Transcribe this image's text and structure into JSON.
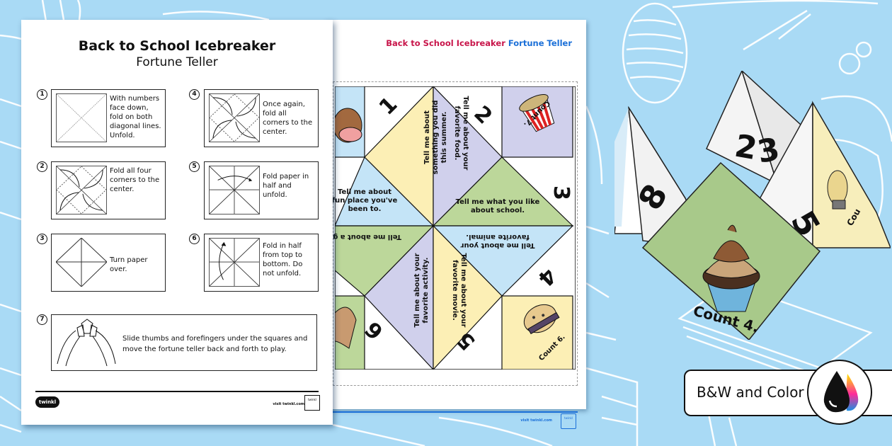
{
  "bw_page": {
    "title": "Back to School Icebreaker",
    "subtitle": "Fortune Teller",
    "steps": [
      {
        "num": "1",
        "text": "With numbers face down, fold on both diagonal lines. Unfold."
      },
      {
        "num": "2",
        "text": "Fold all four corners to the center."
      },
      {
        "num": "3",
        "text": "Turn paper over."
      },
      {
        "num": "4",
        "text": "Once again, fold all corners to the center."
      },
      {
        "num": "5",
        "text": "Fold paper in half and unfold."
      },
      {
        "num": "6",
        "text": "Fold in half from top to bottom. Do not unfold."
      },
      {
        "num": "7",
        "text": "Slide thumbs and forefingers under the squares and move the fortune teller back and forth to play."
      }
    ],
    "footer": {
      "logo": "twinkl",
      "visit": "visit twinkl.com"
    }
  },
  "color_page": {
    "header_part1": "Back to School Icebreaker",
    "header_part2": "Fortune Teller",
    "numbers": [
      "1",
      "2",
      "3",
      "4",
      "5",
      "6"
    ],
    "prompts": {
      "summer": "Tell me about something you did this summer.",
      "food": "Tell me about your favorite food.",
      "place": "Tell me about fun place you've been to.",
      "school": "Tell me what you like about school.",
      "game": "Tell me about a game that you l",
      "animal": "Tell me about your favorite animal.",
      "activity": "Tell me about your favorite activity.",
      "movie": "Tell me about your favorite movie."
    },
    "counts": {
      "popcorn": "Count 7.",
      "cookie": "Count 6."
    },
    "footer": {
      "visit": "visit twinkl.com"
    },
    "colors": {
      "red": "#c8154a",
      "blue": "#1a6fd8",
      "yellow": "#fcefb5",
      "lavender": "#d0d0ec",
      "lightblue": "#c4e4f7",
      "green": "#bcd79a"
    }
  },
  "photo": {
    "front_label": "Count 4.",
    "visible_numbers": [
      "8",
      "2",
      "3",
      "5"
    ],
    "side_label": "Cou"
  },
  "badge": {
    "label": "B&W and Color",
    "icon": "ink-drops-icon"
  },
  "background_color": "#a9daf5"
}
